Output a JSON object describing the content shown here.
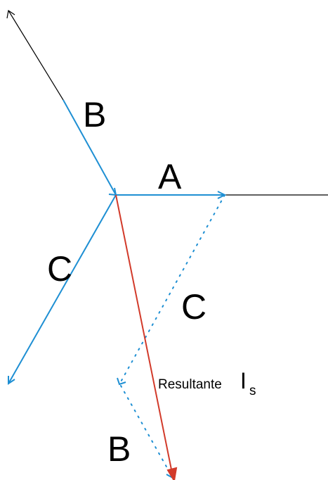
{
  "labels": {
    "a": "A",
    "b_phase": "B",
    "c_phase": "C",
    "c_sum": "C",
    "b_sum": "B",
    "resultant_word": "Resultante",
    "resultant_symbol": "I",
    "resultant_subscript": "s"
  },
  "colors": {
    "phase_vector": "#1e8fd3",
    "resultant_vector": "#d23a2a",
    "reference_axis": "#000000"
  }
}
